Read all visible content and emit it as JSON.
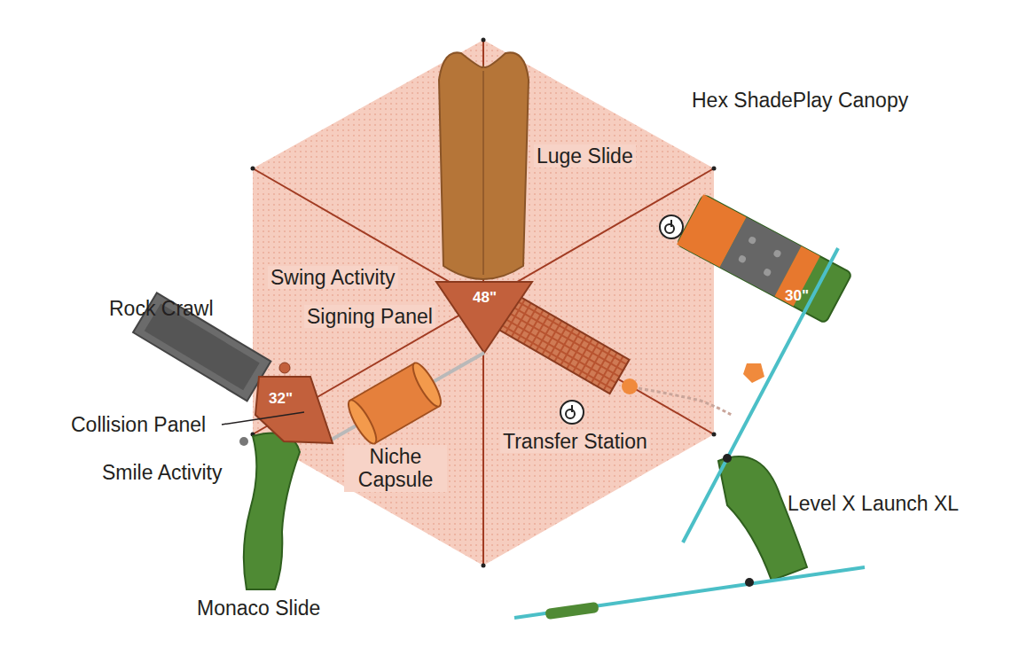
{
  "diagram": {
    "labels": [
      "Hex ShadePlay Canopy",
      "Luge Slide",
      "Swing Activity",
      "48\"",
      "Signing Panel",
      "Rock Crawl",
      "32\"",
      "Collision Panel",
      "Smile Activity",
      "Niche Capsule",
      "Transfer Station",
      "30\"",
      "Level X Launch XL",
      "Monaco Slide"
    ]
  }
}
